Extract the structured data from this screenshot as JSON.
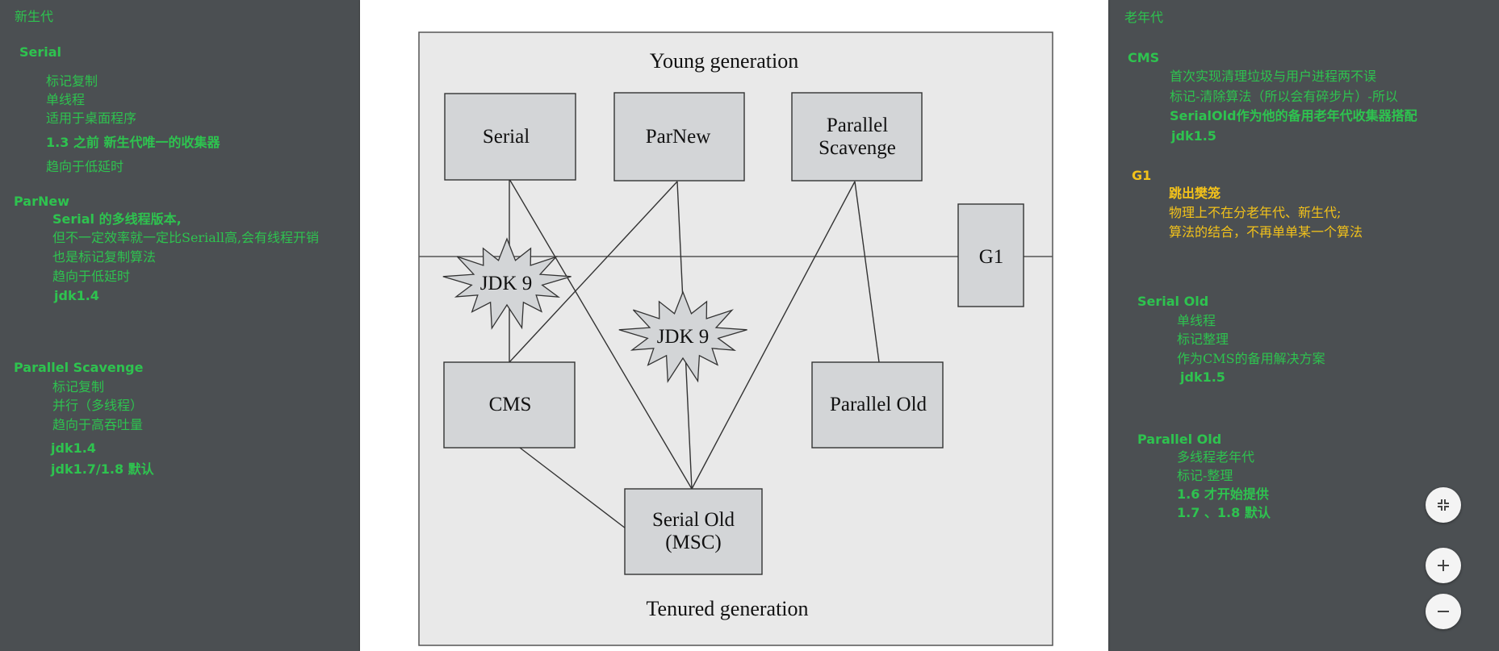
{
  "left_notes": {
    "young_heading": "新生代",
    "serial": {
      "title": "Serial",
      "items": [
        "标记复制",
        "单线程",
        "适用于桌面程序",
        "1.3 之前 新生代唯一的收集器",
        "趋向于低延时"
      ]
    },
    "parnew": {
      "title": "ParNew",
      "items": [
        "Serial 的多线程版本,",
        "但不一定效率就一定比Seriall高,会有线程开销",
        "也是标记复制算法",
        "趋向于低延时",
        "jdk1.4"
      ]
    },
    "parallel_scavenge": {
      "title": "Parallel  Scavenge",
      "items": [
        "标记复制",
        "并行（多线程）",
        "趋向于高吞吐量",
        "jdk1.4",
        "jdk1.7/1.8 默认"
      ]
    }
  },
  "right_notes": {
    "old_heading": "老年代",
    "cms": {
      "title": "CMS",
      "items": [
        "首次实现清理垃圾与用户进程两不误",
        "标记-清除算法（所以会有碎步片）-所以",
        "SerialOld作为他的备用老年代收集器搭配",
        "jdk1.5"
      ]
    },
    "g1": {
      "title": "G1",
      "items": [
        "跳出樊笼",
        "物理上不在分老年代、新生代;",
        "算法的结合，不再单单某一个算法"
      ]
    },
    "serial_old": {
      "title": "Serial Old",
      "items": [
        "单线程",
        "标记整理",
        "作为CMS的备用解决方案",
        "jdk1.5"
      ]
    },
    "parallel_old": {
      "title": "Parallel Old",
      "items": [
        "多线程老年代",
        "标记-整理",
        "1.6 才开始提供",
        "1.7 、1.8 默认"
      ]
    }
  },
  "diagram": {
    "young_label": "Young generation",
    "tenured_label": "Tenured generation",
    "boxes": {
      "serial": "Serial",
      "parnew": "ParNew",
      "parallel_scavenge_1": "Parallel",
      "parallel_scavenge_2": "Scavenge",
      "g1": "G1",
      "cms": "CMS",
      "parallel_old": "Parallel Old",
      "serial_old_1": "Serial Old",
      "serial_old_2": "(MSC)"
    },
    "stars": [
      "JDK 9",
      "JDK 9"
    ]
  },
  "controls": {
    "collapse_icon": "collapse-arrows-icon",
    "zoom_in_icon": "plus-icon",
    "zoom_out_icon": "minus-icon"
  },
  "colors": {
    "background": "#4b4f52",
    "note_green": "#2ec34f",
    "note_yellow": "#f3c21a",
    "diagram_fill": "#e9e9e9",
    "box_fill": "#d3d5d7"
  }
}
